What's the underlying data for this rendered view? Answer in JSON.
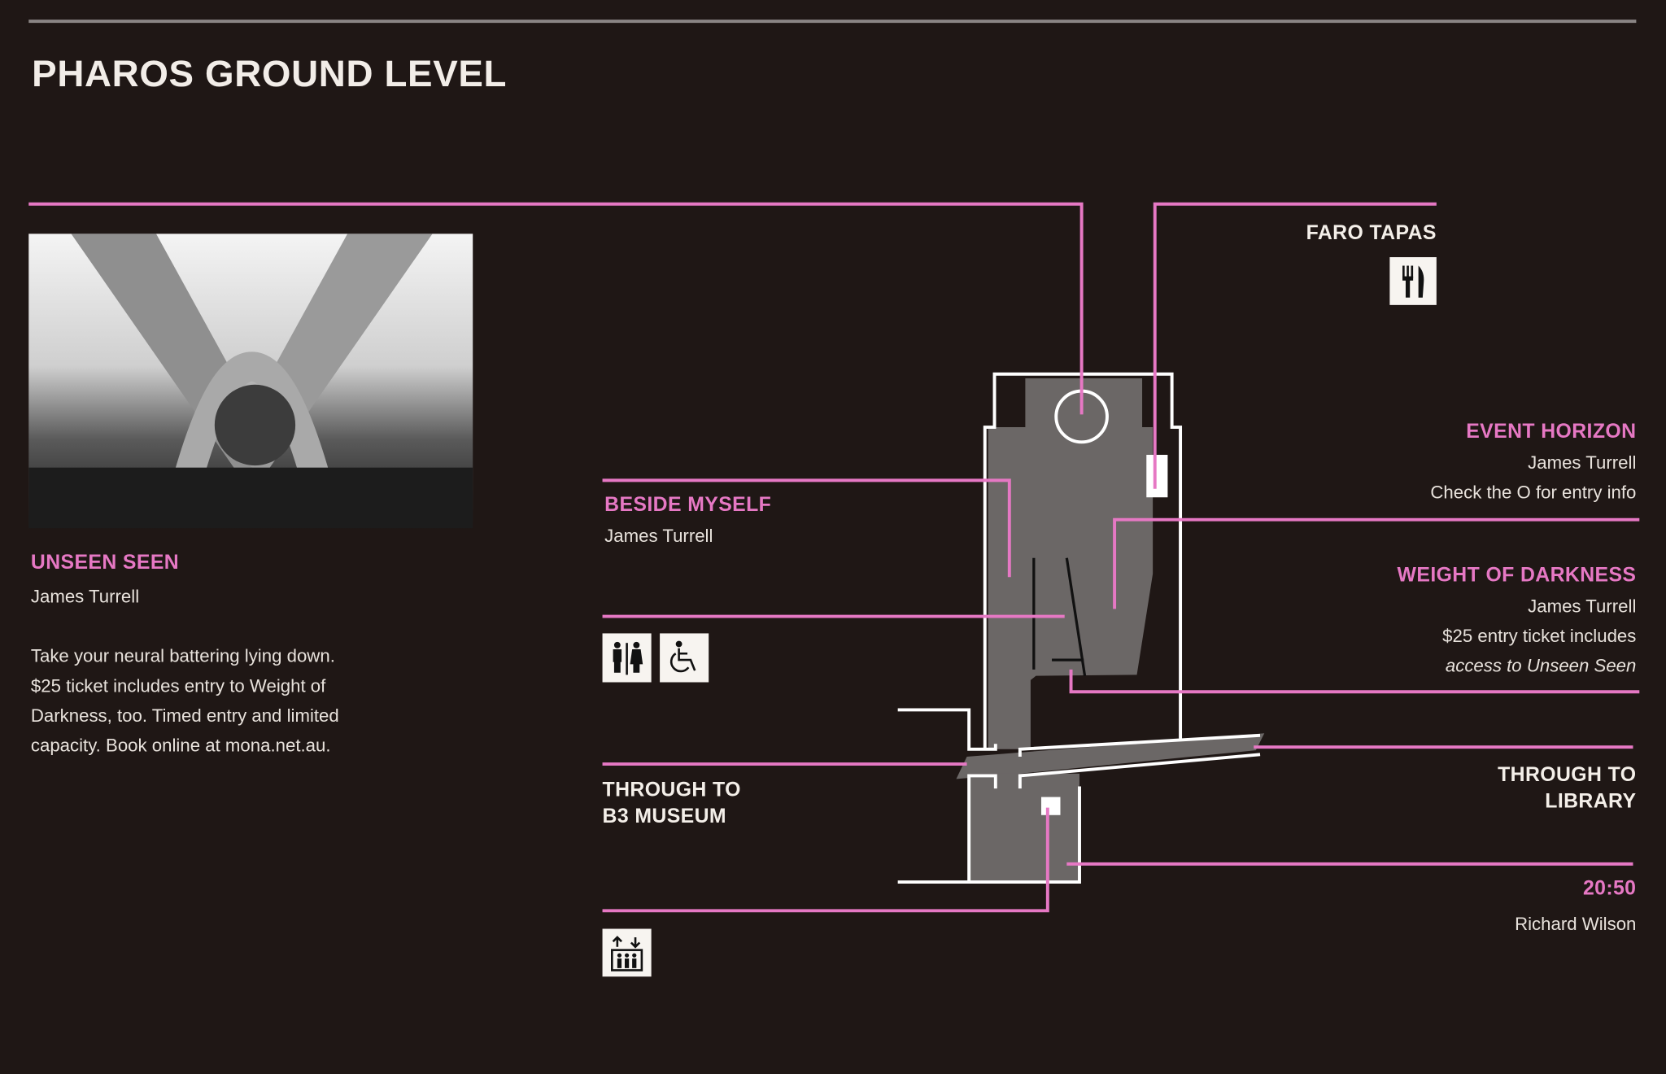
{
  "title": "PHAROS GROUND LEVEL",
  "colors": {
    "background": "#1f1715",
    "accent": "#e678c4",
    "room_fill": "#6b6766",
    "wall": "#ffffff"
  },
  "unseen_seen": {
    "title": "UNSEEN SEEN",
    "artist": "James Turrell",
    "desc_lines": [
      "Take your neural battering lying down.",
      "$25 ticket includes entry to Weight of",
      "Darkness, too. Timed entry and limited",
      "capacity. Book online at mona.net.au."
    ]
  },
  "faro_tapas": {
    "title": "FARO TAPAS",
    "icon": "cutlery-icon"
  },
  "event_horizon": {
    "title": "EVENT HORIZON",
    "artist": "James Turrell",
    "note": "Check the O for entry info"
  },
  "beside_myself": {
    "title": "BESIDE MYSELF",
    "artist": "James Turrell"
  },
  "facilities": {
    "icons": [
      "toilets-icon",
      "wheelchair-accessible-icon",
      "lift-icon"
    ]
  },
  "weight_of_darkness": {
    "title": "WEIGHT OF DARKNESS",
    "artist": "James Turrell",
    "lines": [
      "$25  entry ticket includes",
      "access to Unseen Seen"
    ]
  },
  "library": {
    "line1": "THROUGH TO",
    "line2": "LIBRARY"
  },
  "b3": {
    "line1": "THROUGH TO",
    "line2": "B3 MUSEUM"
  },
  "twenty_fifty": {
    "title": "20:50",
    "artist": "Richard Wilson"
  }
}
